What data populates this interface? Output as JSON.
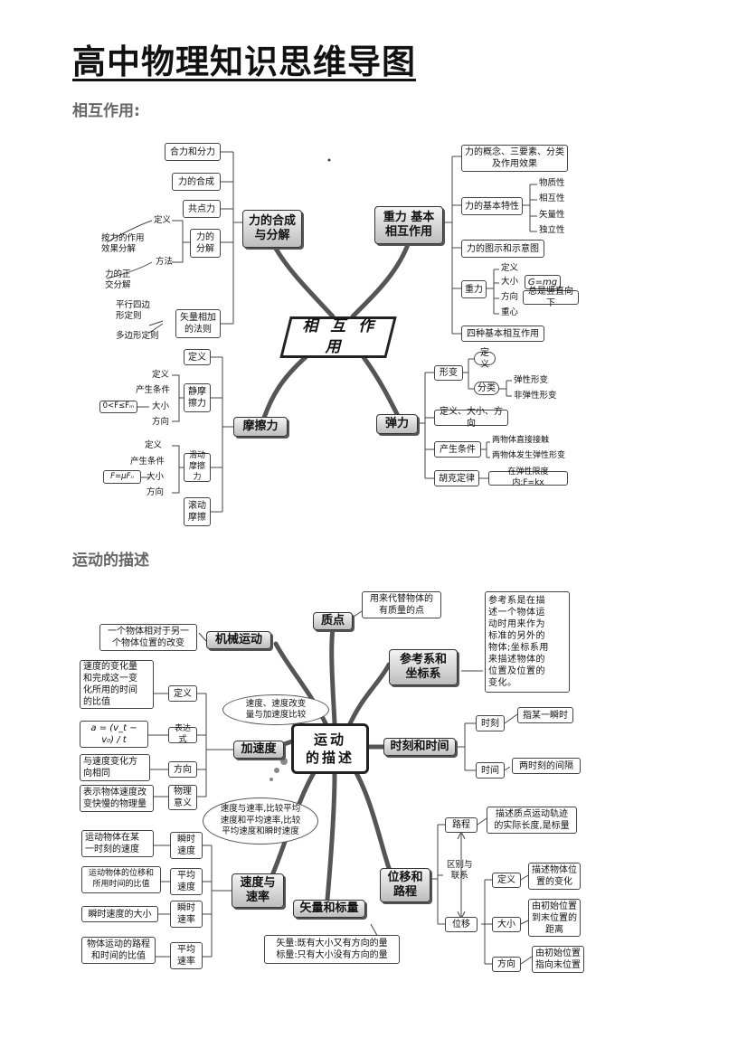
{
  "title": "高中物理知识思维导图",
  "sections": {
    "interaction": "相互作用:",
    "motion": "运动的描述"
  },
  "m1": {
    "center": "相 互 作 用",
    "force_comp": {
      "main": "力的合成\n与分解",
      "n1": "合力和分力",
      "n2": "力的合成",
      "n3": "共点力",
      "n4": "力的\n分解",
      "def": "定义",
      "method": "方法",
      "l1": "按力的作用\n效果分解",
      "l2": "力的正\n交分解",
      "n5": "矢量相加\n的法则",
      "l3": "平行四边\n形定则",
      "l4": "多边形定则"
    },
    "gravity": {
      "main": "重力  基本\n相互作用",
      "n1": "力的概念、三要素、分类\n及作用效果",
      "n2": "力的基本特性",
      "p1": "物质性",
      "p2": "相互性",
      "p3": "矢量性",
      "p4": "独立性",
      "n3": "力的图示和示意图",
      "n4": "重力",
      "g1": "定义",
      "g2": "大小",
      "g2v": "G=mg",
      "g3": "方向",
      "g3v": "总是竖直向下",
      "g4": "重心",
      "n5": "四种基本相互作用"
    },
    "friction": {
      "main": "摩擦力",
      "n1": "定义",
      "n2": "静摩\n擦力",
      "s1": "定义",
      "s2": "产生条件",
      "s3": "大小",
      "s4": "方向",
      "s3v": "0<F≤Fₘ",
      "n3": "滑动\n摩擦力",
      "k1": "定义",
      "k2": "产生条件",
      "k3": "大小",
      "k4": "方向",
      "k3v": "F=μFₙ",
      "n4": "滚动\n摩擦"
    },
    "elastic": {
      "main": "弹力",
      "n1": "形变",
      "d1": "定义",
      "d2": "分类",
      "d3": "弹性形变",
      "d4": "非弹性形变",
      "n2": "定义、大小、方向",
      "n3": "产生条件",
      "c1": "两物体直接接触",
      "c2": "两物体发生弹性形变",
      "n4": "胡克定律",
      "h1": "在弹性限度内:F=kx"
    }
  },
  "m2": {
    "center": "运动\n的描述",
    "point": {
      "main": "质点",
      "desc": "用来代替物体的\n有质量的点"
    },
    "mech": {
      "main": "机械运动",
      "desc": "一个物体相对于另一\n个物体位置的改变"
    },
    "ref": {
      "main": "参考系和\n坐标系",
      "desc": "参考系是在描\n述一个物体运\n动时用来作为\n标准的另外的\n物体;坐标系用\n来描述物体的\n位置及位置的\n变化。"
    },
    "accel": {
      "main": "加速度",
      "n1": "定义",
      "d1": "速度的变化量\n和完成这一变\n化所用的时间\n的比值",
      "n2": "表达式",
      "formula": "a = (v_t − v₀) / t",
      "n3": "方向",
      "d3": "与速度变化方\n向相同",
      "n4": "物理\n意义",
      "d4": "表示物体速度改\n变快慢的物理量"
    },
    "cloud1": "速度、速度改变\n量与加速度比较",
    "cloud2": "速度与速率,比较平均\n速度和平均速率,比较\n平均速度和瞬时速度",
    "time": {
      "main": "时刻和时间",
      "n1": "时刻",
      "d1": "指某一瞬时",
      "n2": "时间",
      "d2": "两时刻的间隔"
    },
    "speed": {
      "main": "速度与\n速率",
      "n1": "瞬时\n速度",
      "d1": "运动物体在某\n一时刻的速度",
      "n2": "平均\n速度",
      "d2": "运动物体的位移和\n所用时间的比值",
      "n3": "瞬时\n速率",
      "d3": "瞬时速度的大小",
      "n4": "平均\n速率",
      "d4": "物体运动的路程\n和时间的比值"
    },
    "vector": {
      "main": "矢量和标量",
      "desc": "矢量:既有大小又有方向的量\n标量:只有大小没有方向的量"
    },
    "disp": {
      "main": "位移和\n路程",
      "n1": "路程",
      "d1": "描述质点运动轨迹\n的实际长度,是标量",
      "n2": "区别与\n联系",
      "n3": "位移",
      "p1": "定义",
      "p1d": "描述物体位\n置的变化",
      "p2": "大小",
      "p2d": "由初始位置\n到末位置的\n距离",
      "p3": "方向",
      "p3d": "由初始位置\n指向末位置"
    }
  }
}
